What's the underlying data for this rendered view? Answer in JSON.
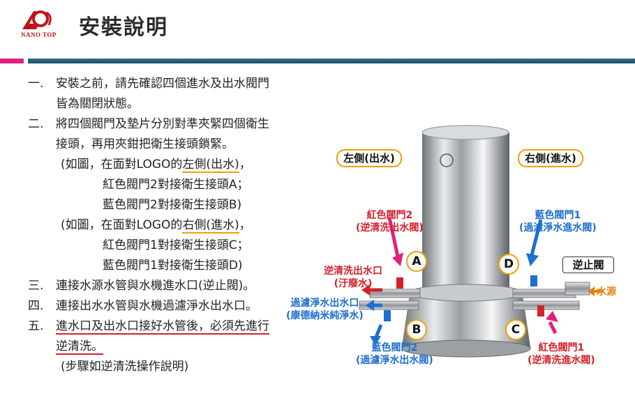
{
  "header": {
    "title": "安裝說明",
    "brand": "NANO TOP"
  },
  "colors": {
    "accent_pink": "#e0217a",
    "accent_teal": "#1e5d73",
    "red": "#d6202a",
    "blue": "#1e6fd0",
    "orange": "#f0a000"
  },
  "steps": [
    {
      "num": "一.",
      "lines": [
        "安裝之前，請先確認四個進水及出水閥門",
        "皆為關閉狀態。"
      ]
    },
    {
      "num": "二.",
      "lines": [
        "將四個閥門及墊片分別對準夾緊四個衛生",
        "接頭，再用夾鉗把衛生接頭鎖緊。"
      ]
    },
    {
      "num": "三.",
      "lines": [
        "連接水源水管與水機進水口(逆止閥)。"
      ]
    },
    {
      "num": "四.",
      "lines": [
        "連接出水水管與水機過濾淨水出水口。"
      ]
    },
    {
      "num": "五.",
      "lines": [
        "進水口及出水口接好水管後，必須先進行",
        "逆清洗。"
      ]
    }
  ],
  "left_note": {
    "prefix": "(如圖，在面對LOGO的",
    "highlight": "左側(出水)",
    "suffix": "，",
    "line2": "紅色閥門2對接衛生接頭A；",
    "line3": "藍色閥門2對接衛生接頭B)"
  },
  "right_note": {
    "prefix": "(如圖，在面對LOGO的",
    "highlight": "右側(進水)",
    "suffix": "，",
    "line2": "紅色閥門1對接衛生接頭C；",
    "line3": "藍色閥門1對接衛生接頭D)"
  },
  "footer_note": "(步驟如逆清洗操作說明)",
  "diagram": {
    "left_side": "左側(出水)",
    "right_side": "右側(進水)",
    "check_valve": "逆止閥",
    "red_valve_2": {
      "title": "紅色閥門2",
      "sub": "(逆清洗出水閥)"
    },
    "blue_valve_1": {
      "title": "藍色閥門1",
      "sub": "(過濾淨水進水閥)"
    },
    "backwash_outlet": {
      "title": "逆清洗出水口",
      "sub": "(汙廢水)"
    },
    "filtered_outlet": {
      "title": "過濾淨水出水口",
      "sub": "(康德納米純淨水)"
    },
    "water_source": "水源",
    "blue_valve_2": {
      "title": "藍色閥門2",
      "sub": "(過濾淨水出水閥)"
    },
    "red_valve_1": {
      "title": "紅色閥門1",
      "sub": "(逆清洗進水閥)"
    },
    "markers": [
      "A",
      "B",
      "C",
      "D"
    ]
  }
}
